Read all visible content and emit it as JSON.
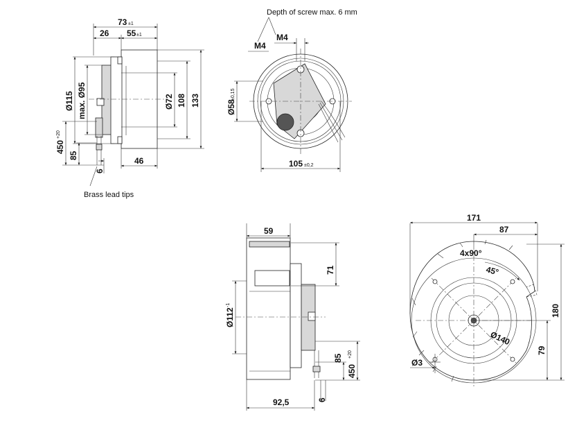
{
  "notes": {
    "screw_depth": "Depth of screw max. 6 mm",
    "brass_tips": "Brass lead tips"
  },
  "view_side_top": {
    "dim_73": "73",
    "dim_73_tol": "±1",
    "dim_26": "26",
    "dim_55": "55",
    "dim_55_tol": "±1",
    "dim_115": "Ø115",
    "dim_95": "max. Ø95",
    "dim_72": "Ø72",
    "dim_108": "108",
    "dim_133": "133",
    "dim_450": "450",
    "dim_450_tol": "+20",
    "dim_85": "85",
    "dim_6": "6",
    "dim_46": "46"
  },
  "view_front_top": {
    "label_m4_left": "M4",
    "label_m4_right": "M4",
    "dim_58": "Ø58",
    "dim_58_tol": "±0,15",
    "dim_105": "105",
    "dim_105_tol": "±0,2"
  },
  "view_side_bottom": {
    "dim_59": "59",
    "dim_71": "71",
    "dim_112": "Ø112",
    "dim_112_tol": "-1",
    "dim_85": "85",
    "dim_450": "450",
    "dim_450_tol": "+20",
    "dim_6": "6",
    "dim_925": "92,5"
  },
  "view_front_bottom": {
    "dim_171": "171",
    "dim_87": "87",
    "dim_4x90": "4x90°",
    "dim_45": "45°",
    "dim_140": "Ø140",
    "dim_180": "180",
    "dim_79": "79",
    "dim_3": "Ø3"
  }
}
